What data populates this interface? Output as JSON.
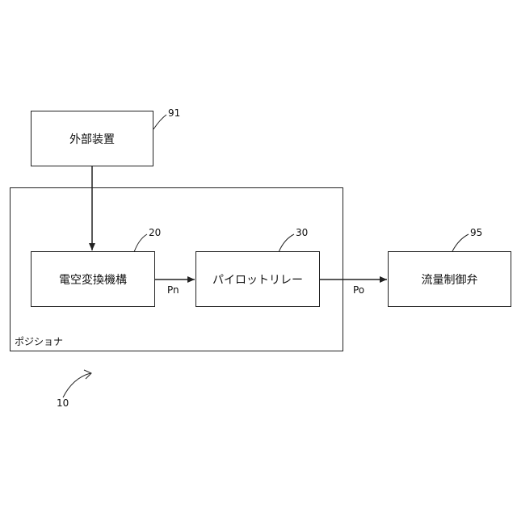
{
  "blocks": {
    "external_device": "外部装置",
    "ep_converter": "電空変換機構",
    "pilot_relay": "パイロットリレー",
    "flow_valve": "流量制御弁"
  },
  "container": {
    "label": "ポジショナ"
  },
  "signals": {
    "pn": "Pn",
    "po": "Po"
  },
  "refs": {
    "external_device": "91",
    "ep_converter": "20",
    "pilot_relay": "30",
    "flow_valve": "95",
    "positioner": "10"
  }
}
